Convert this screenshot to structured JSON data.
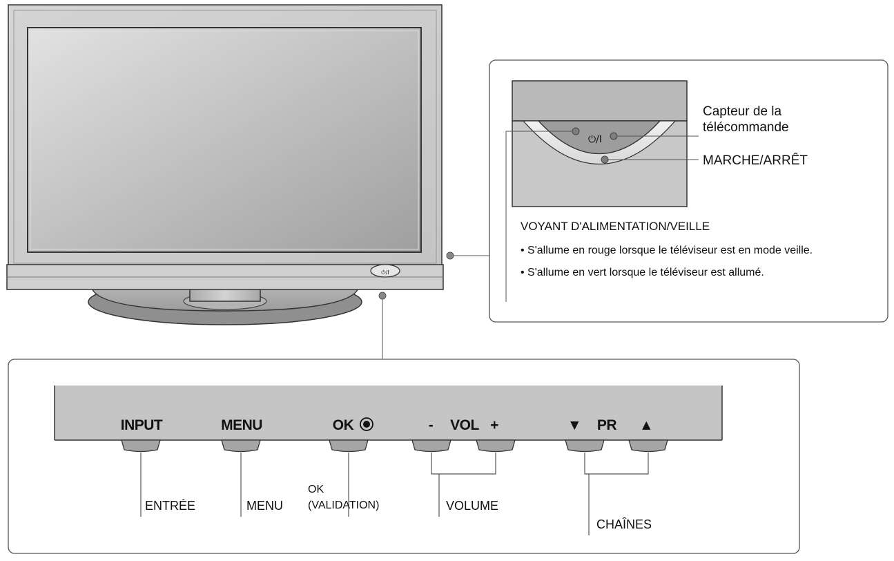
{
  "tv": {
    "front_button_glyph": "⏻/I"
  },
  "sensor_panel": {
    "power_glyph": "⏻/I",
    "remote_sensor_label": "Capteur de la télécommande",
    "power_switch_label": "MARCHE/ARRÊT",
    "indicator_title": "VOYANT D'ALIMENTATION/VEILLE",
    "indicator_notes": [
      "• S'allume en rouge lorsque le téléviseur est en mode veille.",
      "• S'allume en vert lorsque le téléviseur est allumé."
    ]
  },
  "control_panel": {
    "buttons": [
      {
        "label": "INPUT"
      },
      {
        "label": "MENU"
      },
      {
        "label": "OK"
      },
      {
        "label": "-"
      },
      {
        "label": "VOL"
      },
      {
        "label": "+"
      },
      {
        "label": "▼"
      },
      {
        "label": "PR"
      },
      {
        "label": "▲"
      }
    ],
    "captions": {
      "input": "ENTRÉE",
      "menu": "MENU",
      "ok_line1": "OK",
      "ok_line2": "(VALIDATION)",
      "volume": "VOLUME",
      "channels": "CHAÎNES"
    }
  }
}
